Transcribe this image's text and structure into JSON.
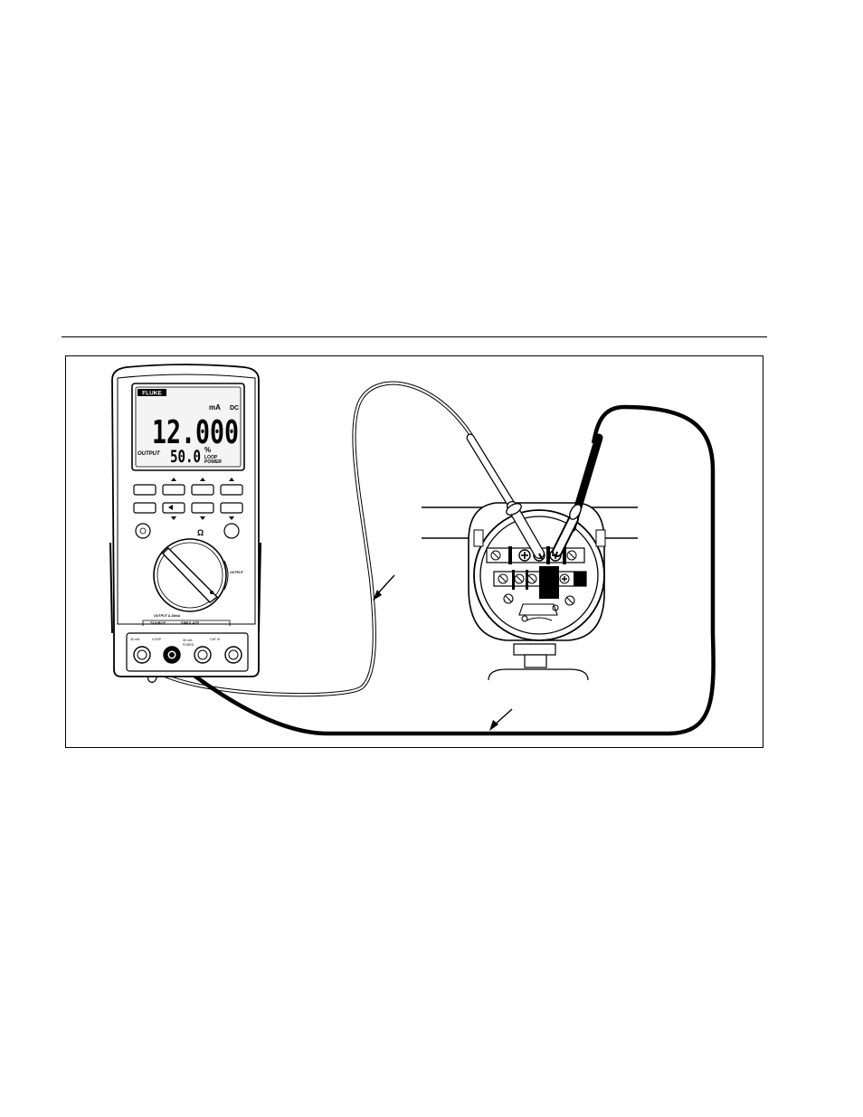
{
  "meter": {
    "brand": "FLUKE",
    "reading": "12.000",
    "unit": "mA",
    "mode": "DC",
    "output_label": "OUTPUT",
    "percent_reading": "50.0",
    "percent_sign": "%",
    "loop_power_1": "LOOP",
    "loop_power_2": "POWER",
    "hold_icon": "speaker-icon",
    "dial_labels": {
      "output_right": "OUTPUT",
      "output_mode": "OUTPUT & 20mA",
      "source": "SOURCE",
      "simulate": "SIMULATE"
    },
    "jack_labels": {
      "j1": "30 mA",
      "j2": "LOOP",
      "j3": "30 mA",
      "j3b": "FUSED",
      "j4": "CAT III"
    }
  },
  "colors": {
    "ink": "#000000",
    "paper": "#ffffff",
    "lcd": "#f4f4f4"
  }
}
